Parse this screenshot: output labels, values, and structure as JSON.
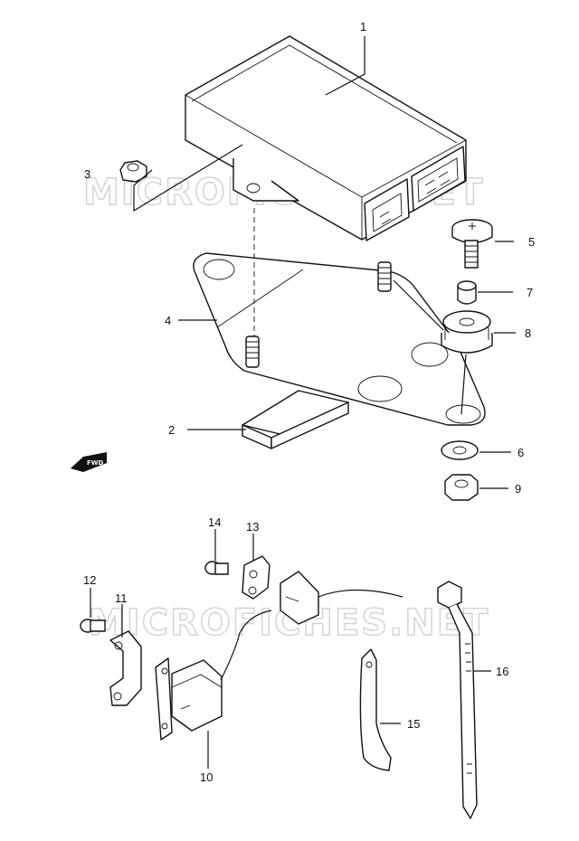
{
  "watermark": "MICROFICHES.NET",
  "fwd_label": "FWD",
  "callouts": [
    {
      "id": "1",
      "label": "1"
    },
    {
      "id": "2",
      "label": "2"
    },
    {
      "id": "3",
      "label": "3"
    },
    {
      "id": "4",
      "label": "4"
    },
    {
      "id": "5",
      "label": "5"
    },
    {
      "id": "6",
      "label": "6"
    },
    {
      "id": "7",
      "label": "7"
    },
    {
      "id": "8",
      "label": "8"
    },
    {
      "id": "9",
      "label": "9"
    },
    {
      "id": "10",
      "label": "10"
    },
    {
      "id": "11",
      "label": "11"
    },
    {
      "id": "12",
      "label": "12"
    },
    {
      "id": "13",
      "label": "13"
    },
    {
      "id": "14",
      "label": "14"
    },
    {
      "id": "15",
      "label": "15"
    },
    {
      "id": "16",
      "label": "16"
    }
  ]
}
